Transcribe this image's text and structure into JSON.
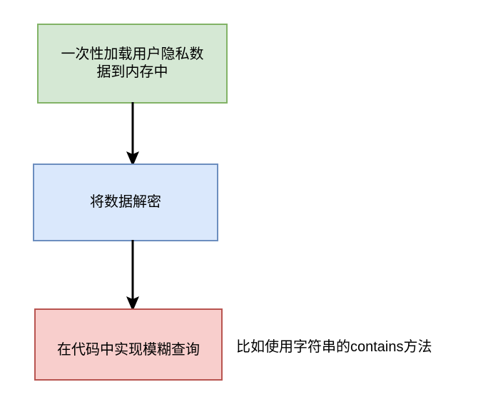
{
  "diagram": {
    "type": "flowchart",
    "orientation": "vertical",
    "background_color": "#ffffff",
    "nodes": [
      {
        "id": "load",
        "label": "一次性加载用户隐私数\n据到内存中",
        "shape": "rectangle",
        "fill_color": "#d5e8d4",
        "border_color": "#82b366"
      },
      {
        "id": "decrypt",
        "label": "将数据解密",
        "shape": "rectangle",
        "fill_color": "#dae8fc",
        "border_color": "#6c8ebf"
      },
      {
        "id": "query",
        "label": "在代码中实现模糊查询",
        "shape": "rectangle",
        "fill_color": "#f8cecc",
        "border_color": "#b85450"
      }
    ],
    "edges": [
      {
        "id": "load-to-decrypt",
        "from": "load",
        "to": "decrypt",
        "label": "",
        "arrowhead": "filled-triangle",
        "color": "#000000"
      },
      {
        "id": "decrypt-to-query",
        "from": "decrypt",
        "to": "query",
        "label": "",
        "arrowhead": "filled-triangle",
        "color": "#000000"
      }
    ],
    "annotations": [
      {
        "id": "contains-note",
        "text": "比如使用字符串的contains方法",
        "attached_to": "query",
        "color": "#000000"
      }
    ]
  }
}
